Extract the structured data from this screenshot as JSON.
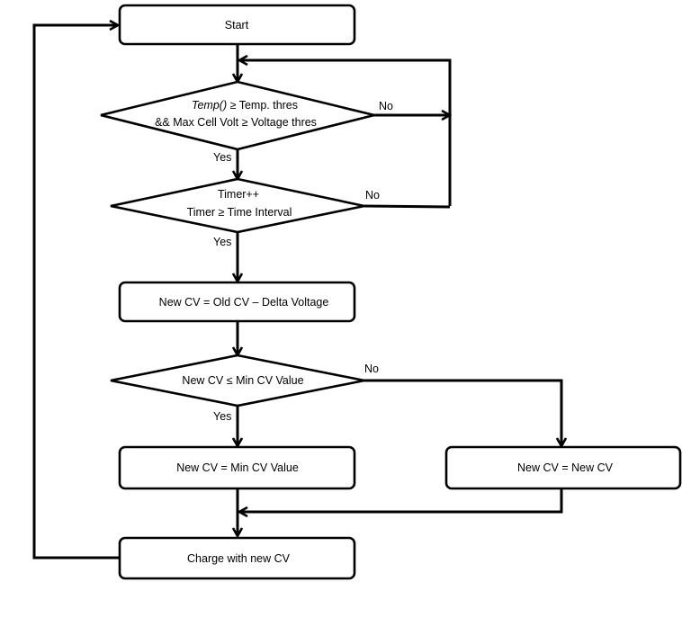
{
  "flowchart": {
    "start": "Start",
    "decision_temp": {
      "line1_func": "Temp()",
      "line1_rest": " ≥  Temp. thres",
      "line2": "&& Max Cell Volt ≥  Voltage thres",
      "no": "No",
      "yes": "Yes"
    },
    "decision_timer": {
      "line1": "Timer++",
      "line2": "Timer  ≥  Time Interval",
      "no": "No",
      "yes": "Yes"
    },
    "process_new_cv": "New CV = Old CV – Delta Voltage",
    "decision_min": {
      "text": "New CV  ≤  Min CV Value",
      "no": "No",
      "yes": "Yes"
    },
    "set_min": "New CV = Min CV Value",
    "set_new": "New CV = New CV",
    "charge": "Charge with new CV"
  }
}
